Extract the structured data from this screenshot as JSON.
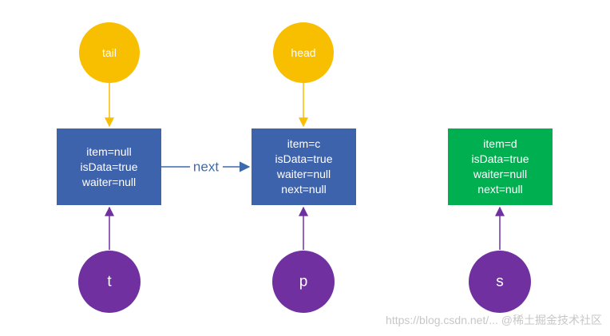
{
  "colors": {
    "pointer_yellow": "#f8be00",
    "pointer_purple": "#7030a0",
    "node_blue": "#3e63ad",
    "node_green": "#00b050",
    "arrow_yellow": "#f8be00",
    "arrow_purple": "#7030a0",
    "arrow_blue": "#3e6aad",
    "text_white": "#ffffff",
    "watermark": "#c7c7c7"
  },
  "pointers_top": [
    {
      "label": "tail"
    },
    {
      "label": "head"
    }
  ],
  "nodes": [
    {
      "lines": [
        "item=null",
        "isData=true",
        "waiter=null"
      ]
    },
    {
      "lines": [
        "item=c",
        "isData=true",
        "waiter=null",
        "next=null"
      ]
    },
    {
      "lines": [
        "item=d",
        "isData=true",
        "waiter=null",
        "next=null"
      ]
    }
  ],
  "pointers_bottom": [
    {
      "label": "t"
    },
    {
      "label": "p"
    },
    {
      "label": "s"
    }
  ],
  "link": {
    "label": "next"
  },
  "watermark": "https://blog.csdn.net/... @稀土掘金技术社区"
}
